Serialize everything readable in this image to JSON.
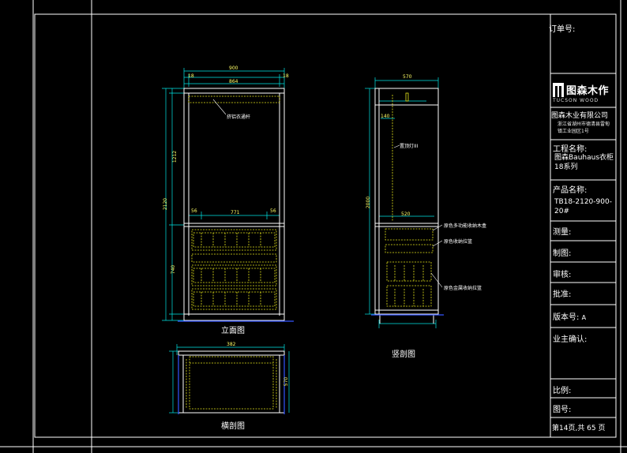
{
  "title_block": {
    "order_no": "订单号:",
    "company_name": "图森木业有限公司",
    "company_address": "浙江省湖州市德清县雷甸镇工业园区1号",
    "project_label": "工程名称:",
    "project_value": "图森Bauhaus衣柜18系列",
    "product_label": "产品名称:",
    "product_value": "TB18-2120-900-20#",
    "measure": "测量:",
    "drawn": "制图:",
    "review": "审核:",
    "approve": "批准:",
    "version_label": "版本号:",
    "version_value": "A",
    "owner_confirm": "业主确认:",
    "scale": "比例:",
    "drawing_no": "图号:",
    "page_info": "第14页,共 65 页"
  },
  "logo": {
    "cn": "图森木作",
    "en": "TUCSON WOOD"
  },
  "views": {
    "front": "立面图",
    "side": "竖剖图",
    "top": "横剖图"
  },
  "annotations": {
    "rod": "挤铝衣通杆",
    "light": "置顶灯III",
    "drawer1": "原色多功能收纳木盒",
    "drawer2": "原色收纳拉篮",
    "drawer3": "原色金属收纳拉篮"
  },
  "dimensions": {
    "front_width": "900",
    "front_inner": "864",
    "front_left": "18",
    "front_right": "18",
    "front_height": "2120",
    "front_upper": "1212",
    "front_lower": "740",
    "front_mid_w": "771",
    "front_l56": "56",
    "front_r56": "56",
    "side_depth": "570",
    "side_inner": "520",
    "side_140": "140",
    "side_height": "2000",
    "top_width": "382",
    "top_depth": "570"
  },
  "colors": {
    "frame": "#ffffff",
    "dim": "#00e5e5",
    "drawer": "#e5e51a",
    "accent": "#00aa00"
  }
}
